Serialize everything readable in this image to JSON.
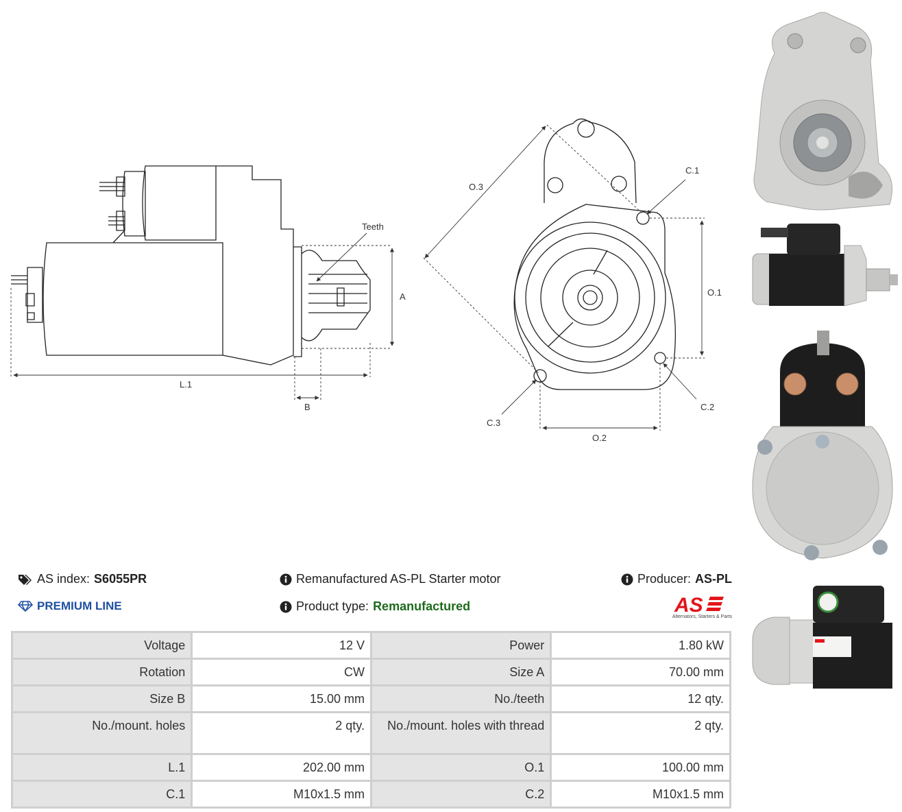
{
  "drawing_labels": {
    "teeth": "Teeth",
    "a": "A",
    "b": "B",
    "l1": "L.1",
    "o1": "O.1",
    "o2": "O.2",
    "o3": "O.3",
    "c1": "C.1",
    "c2": "C.2",
    "c3": "C.3"
  },
  "info": {
    "as_index_label": "AS index:",
    "as_index_value": "S6055PR",
    "premium_line": "PREMIUM LINE",
    "description": "Remanufactured AS-PL Starter motor",
    "product_type_label": "Product type:",
    "product_type_value": "Remanufactured",
    "producer_label": "Producer:",
    "producer_value": "AS-PL"
  },
  "logo": {
    "mark": "AS",
    "tagline": "Alternators, Starters & Parts",
    "color": "#e3161b"
  },
  "specs": [
    [
      {
        "label": "Voltage",
        "value": "12 V"
      },
      {
        "label": "Power",
        "value": "1.80 kW"
      }
    ],
    [
      {
        "label": "Rotation",
        "value": "CW"
      },
      {
        "label": "Size A",
        "value": "70.00 mm"
      }
    ],
    [
      {
        "label": "Size B",
        "value": "15.00 mm"
      },
      {
        "label": "No./teeth",
        "value": "12 qty."
      }
    ],
    [
      {
        "label": "No./mount. holes",
        "value": "2 qty."
      },
      {
        "label": "No./mount. holes with thread",
        "value": "2 qty."
      }
    ],
    [
      {
        "label": "L.1",
        "value": "202.00 mm"
      },
      {
        "label": "O.1",
        "value": "100.00 mm"
      }
    ],
    [
      {
        "label": "C.1",
        "value": "M10x1.5 mm"
      },
      {
        "label": "C.2",
        "value": "M10x1.5 mm"
      }
    ]
  ],
  "colors": {
    "premium_blue": "#1f4fa0",
    "type_green": "#1d6b1d",
    "table_label_bg": "#e4e4e4",
    "table_border": "#cfcfcf"
  }
}
